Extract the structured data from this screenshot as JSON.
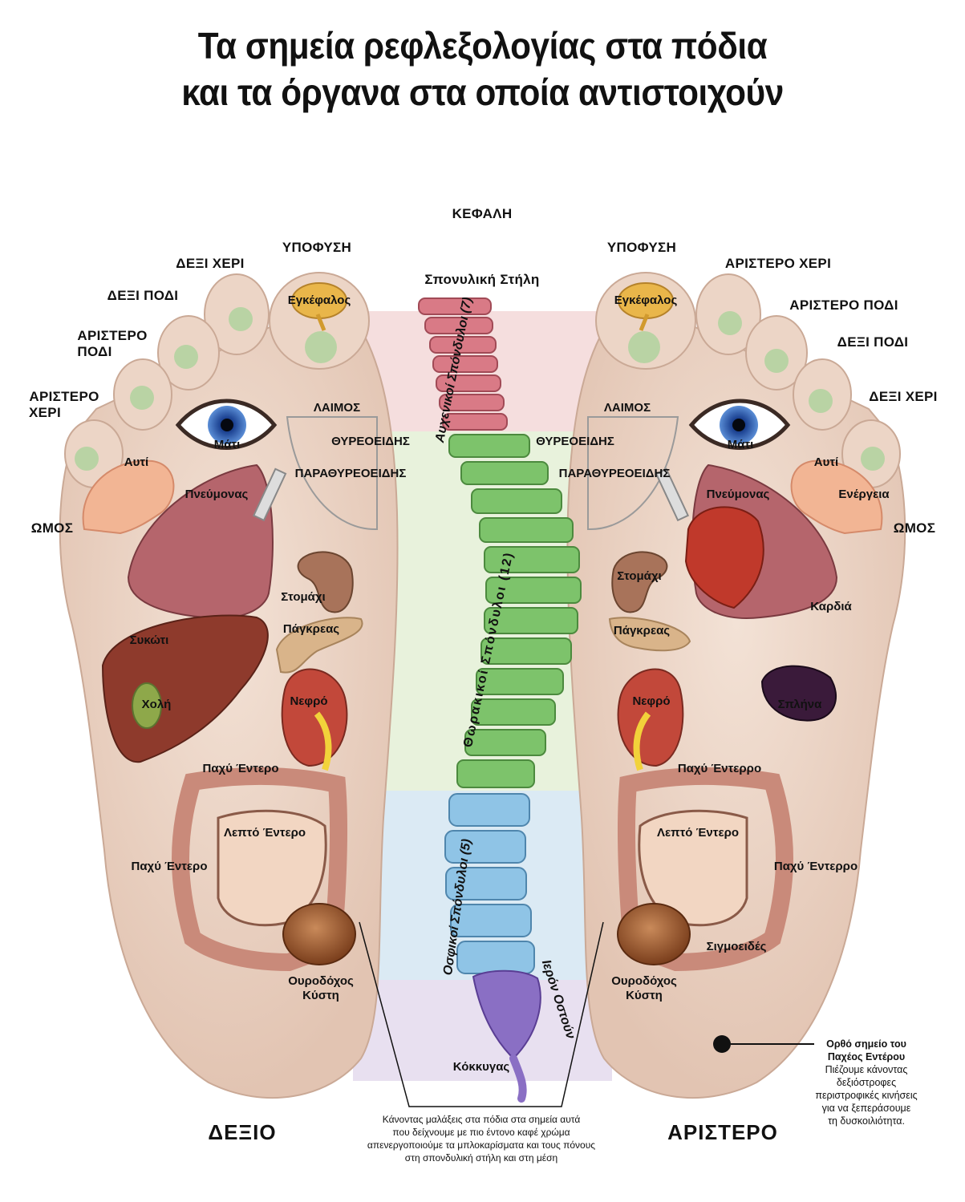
{
  "title": {
    "line1": "Τα σημεία ρεφλεξολογίας στα πόδια",
    "line2": "και τα όργανα στα οποία αντιστοιχούν"
  },
  "colors": {
    "skin": "#ecd5c6",
    "skin_shadow": "#caa996",
    "cervical": "#d97a86",
    "thoracic": "#7dc36b",
    "lumbar": "#8fc4e6",
    "sacrum": "#8a6fc4",
    "band_cervical": "#f5dede",
    "band_thoracic": "#e8f2dc",
    "band_lumbar": "#dbeaf4",
    "band_sacrum": "#e8e0f0",
    "toe_spot": "#b9d3a4",
    "organ_lung": "#b5656c",
    "organ_liver": "#8e3a2c",
    "organ_intestine": "#c98a7a",
    "organ_heart": "#c0392b"
  },
  "spine": {
    "head_label": "ΚΕΦΑΛΗ",
    "column_label": "Σπονυλική Στήλη",
    "cervical_label": "Αυχενικοί Σπόνδυλοι (7)",
    "thoracic_label": "Θωρακικοί Σπόνδυλοι (12)",
    "lumbar_label": "Οσφικοί Σπόνδυλοι (5)",
    "sacrum_label": "Ιερόν Οστούν",
    "coccyx_label": "Κόκκυγας"
  },
  "right_foot": {
    "caption": "ΔΕΞΙΟ",
    "hypophysis": "ΥΠΟΦΥΣΗ",
    "brain": "Εγκέφαλος",
    "right_hand": "ΔΕΞΙ ΧΕΡΙ",
    "right_foot": "ΔΕΞΙ ΠΟΔΙ",
    "left_foot_l1": "ΑΡΙΣΤΕΡΟ",
    "left_foot_l2": "ΠΟΔΙ",
    "left_hand_l1": "ΑΡΙΣΤΕΡΟ",
    "left_hand_l2": "ΧΕΡΙ",
    "neck": "ΛΑΙΜΟΣ",
    "thyroid": "ΘΥΡΕΟΕΙΔΗΣ",
    "parathyroid": "ΠΑΡΑΘΥΡΕΟΕΙΔΗΣ",
    "eye": "Μάτι",
    "ear": "Αυτί",
    "lung": "Πνεύμονας",
    "shoulder": "ΩΜΟΣ",
    "stomach": "Στομάχι",
    "liver": "Συκώτι",
    "pancreas": "Πάγκρεας",
    "gallbladder": "Χολή",
    "kidney": "Νεφρό",
    "large_intestine_top": "Παχύ Έντερο",
    "small_intestine": "Λεπτό Έντερο",
    "large_intestine_side": "Παχύ Έντερο",
    "bladder_l1": "Ουροδόχος",
    "bladder_l2": "Κύστη"
  },
  "left_foot": {
    "caption": "ΑΡΙΣΤΕΡΟ",
    "hypophysis": "ΥΠΟΦΥΣΗ",
    "brain": "Εγκέφαλος",
    "left_hand": "ΑΡΙΣΤΕΡΟ ΧΕΡΙ",
    "left_foot": "ΑΡΙΣΤΕΡΟ ΠΟΔΙ",
    "right_foot": "ΔΕΞΙ ΠΟΔΙ",
    "right_hand": "ΔΕΞΙ ΧΕΡΙ",
    "neck": "ΛΑΙΜΟΣ",
    "thyroid": "ΘΥΡΕΟΕΙΔΗΣ",
    "parathyroid": "ΠΑΡΑΘΥΡΕΟΕΙΔΗΣ",
    "eye": "Μάτι",
    "ear": "Αυτί",
    "energy": "Ενέργεια",
    "lung": "Πνεύμονας",
    "shoulder": "ΩΜΟΣ",
    "stomach": "Στομάχι",
    "heart": "Καρδιά",
    "pancreas": "Πάγκρεας",
    "kidney": "Νεφρό",
    "spleen": "Σπλήνα",
    "large_intestine_top": "Παχύ Έντερρο",
    "small_intestine": "Λεπτό Έντερο",
    "large_intestine_side": "Παχύ Έντερρο",
    "sigmoid": "Σιγμοειδές",
    "bladder_l1": "Ουροδόχος",
    "bladder_l2": "Κύστη"
  },
  "note": {
    "line1": "Κάνοντας μαλάξεις στα πόδια στα σημεία αυτά",
    "line2": "που δείχνουμε με πιο έντονο καφέ χρώμα",
    "line3": "απενεργοποιούμε τα μπλοκαρίσματα και τους πόνους",
    "line4": "στη σπονδυλική στήλη και στη μέση"
  },
  "side_note": {
    "title1": "Ορθό σημείο του",
    "title2": "Παχέος Εντέρου",
    "line1": "Πιέζουμε κάνοντας",
    "line2": "δεξιόστροφες",
    "line3": "περιστροφικές κινήσεις",
    "line4": "για να ξεπεράσουμε",
    "line5": "τη δυσκοιλιότητα."
  }
}
